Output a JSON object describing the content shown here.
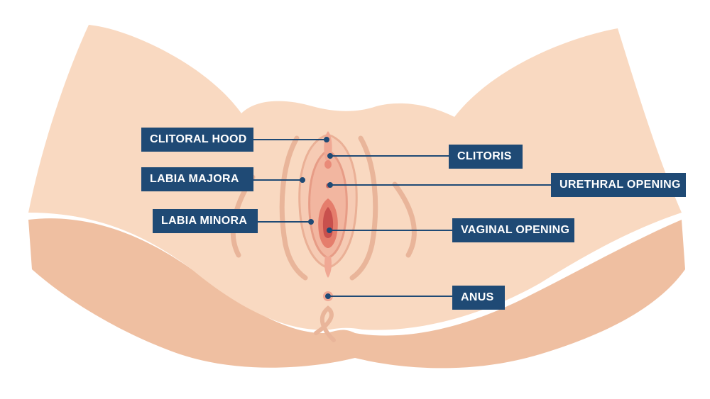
{
  "labels": {
    "clitoral_hood": "CLITORAL HOOD",
    "labia_majora": "LABIA MAJORA",
    "labia_minora": "LABIA MINORA",
    "clitoris": "CLITORIS",
    "urethral_opening": "URETHRAL OPENING",
    "vaginal_opening": "VAGINAL OPENING",
    "anus": "ANUS"
  },
  "colors": {
    "skin": "#f9d9c1",
    "skin_shadow": "#efbfa1",
    "fold_shade": "#e9b59a",
    "labia_outer": "#f2b6a0",
    "labia_inner": "#ee9c8a",
    "opening": "#c8504d",
    "label_bg": "#1f4a75",
    "leader_line": "#1f4a75"
  }
}
